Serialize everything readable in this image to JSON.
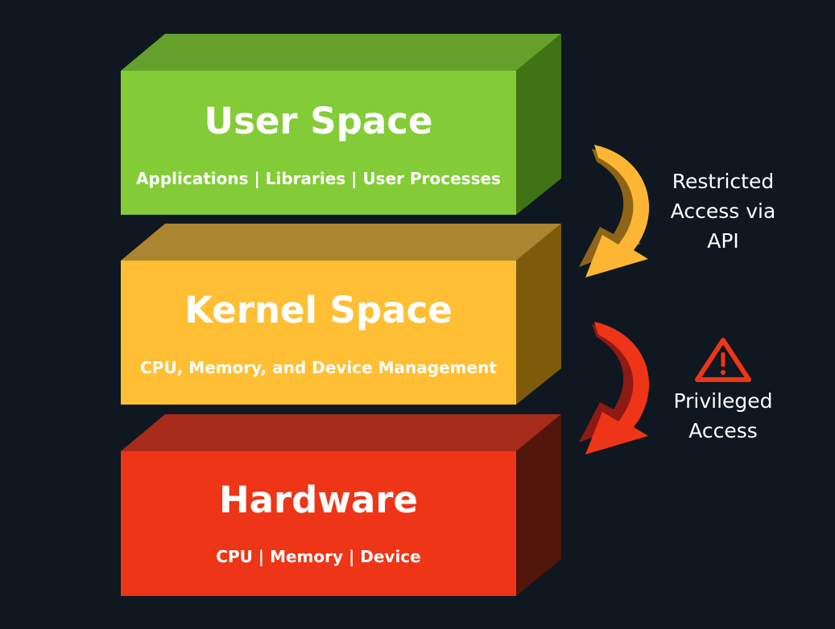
{
  "layers": {
    "user": {
      "title": "User Space",
      "subtitle": "Applications | Libraries | User Processes",
      "colors": {
        "front": "#83cc38",
        "top": "#64a02b",
        "side": "#3f7313"
      }
    },
    "kernel": {
      "title": "Kernel Space",
      "subtitle": "CPU, Memory, and Device Management",
      "colors": {
        "front": "#ffbf34",
        "top": "#ac8530",
        "side": "#7e5b0a"
      }
    },
    "hardware": {
      "title": "Hardware",
      "subtitle": "CPU | Memory | Device",
      "colors": {
        "front": "#ef3517",
        "top": "#a62b1a",
        "side": "#52150c"
      }
    }
  },
  "arrows": {
    "user_to_kernel": {
      "label": "Restricted\nAccess via\nAPI",
      "color": "#fdb633",
      "shade": "#8e6417"
    },
    "kernel_to_hardware": {
      "label": "Privileged\nAccess",
      "color": "#ef3517",
      "shade": "#8f1a14",
      "icon": "warning-icon"
    }
  }
}
